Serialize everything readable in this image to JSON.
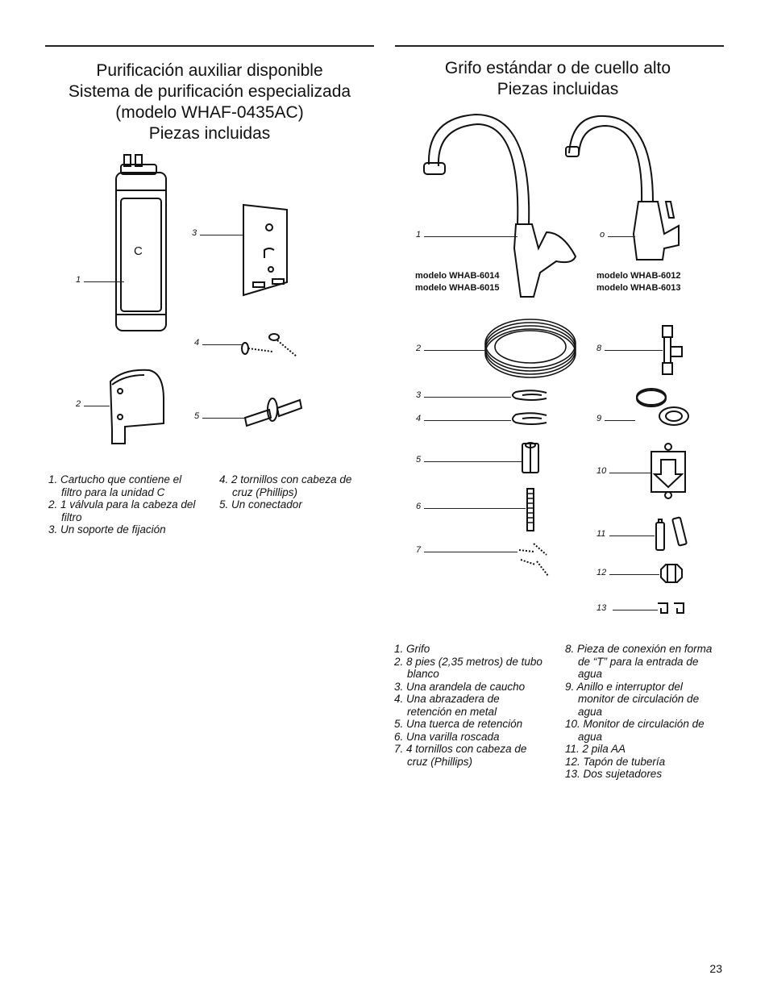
{
  "left": {
    "title_lines": [
      "Purificación auxiliar disponible",
      "Sistema de purificación especializada",
      "(modelo WHAF-0435AC)",
      "Piezas incluidas"
    ],
    "cartridge_letter": "C",
    "callouts": [
      "1",
      "2",
      "3",
      "4",
      "5"
    ],
    "list_col1": [
      "1. Cartucho que contiene el filtro para la unidad C",
      "2. 1 válvula para la cabeza del filtro",
      "3. Un soporte de fijación"
    ],
    "list_col2": [
      "4. 2 tornillos con cabeza de cruz (Phillips)",
      "5. Un conectador"
    ]
  },
  "right": {
    "title_lines": [
      "Grifo estándar o de cuello alto",
      "Piezas incluidas"
    ],
    "callouts_left": [
      "1",
      "2",
      "3",
      "4",
      "5",
      "6",
      "7"
    ],
    "callouts_right": [
      "o",
      "8",
      "9",
      "10",
      "11",
      "12",
      "13"
    ],
    "models_a": [
      "modelo WHAB-6014",
      "modelo WHAB-6015"
    ],
    "models_b": [
      "modelo WHAB-6012",
      "modelo WHAB-6013"
    ],
    "list_col1": [
      "1. Grifo",
      "2. 8 pies (2,35 metros) de tubo blanco",
      "3. Una arandela de caucho",
      "4. Una abrazadera de retención en metal",
      "5. Una tuerca de retención",
      "6. Una varilla roscada",
      "7. 4 tornillos con cabeza de cruz (Phillips)"
    ],
    "list_col2": [
      "8. Pieza de conexión en forma de “T” para la entrada de agua",
      "9. Anillo e interruptor del monitor de circulación de agua",
      "10. Monitor de circulación de agua",
      "11. 2 pila AA",
      "12. Tapón de tubería",
      "13. Dos sujetadores"
    ]
  },
  "page_number": "23"
}
